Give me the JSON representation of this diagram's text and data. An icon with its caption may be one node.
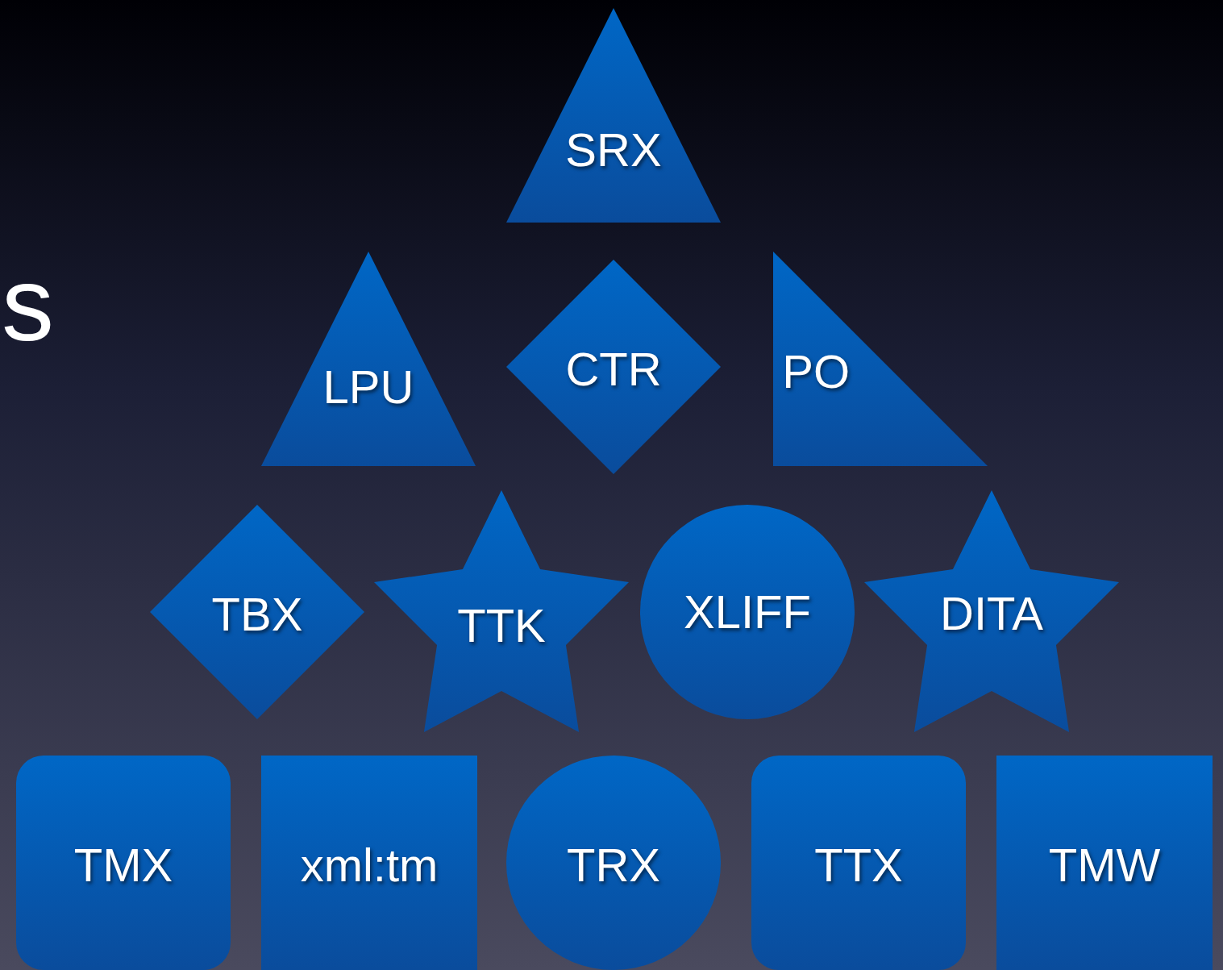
{
  "diagram": {
    "nodes": [
      {
        "text": [
          "SRX"
        ]
      },
      {
        "text": [
          "LPU"
        ]
      },
      {
        "text": [
          "CTR"
        ]
      },
      {
        "text": [
          "PO"
        ]
      },
      {
        "text": [
          "TBX"
        ]
      },
      {
        "text": [
          "TTK"
        ]
      },
      {
        "text": [
          "XLIFF"
        ]
      },
      {
        "text": [
          "DITA"
        ]
      },
      {
        "text": [
          "TMX"
        ]
      },
      {
        "text": [
          "xml:tm"
        ]
      },
      {
        "text": [
          "TRX"
        ]
      },
      {
        "text": [
          "TTX"
        ]
      },
      {
        "text": [
          "TMW"
        ]
      }
    ],
    "labels": [
      "s"
    ]
  }
}
